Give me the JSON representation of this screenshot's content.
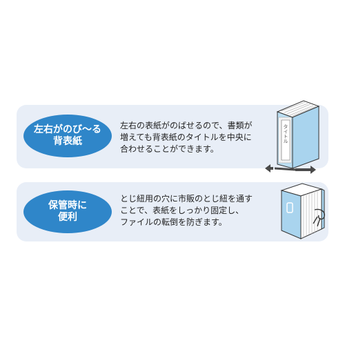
{
  "panels": [
    {
      "badge": [
        "左右がのび〜る",
        "背表紙"
      ],
      "description": [
        "左右の表紙がのばせるので、書類が",
        "増えても背表紙のタイトルを中央に",
        "合わせることができます。"
      ],
      "spine_label": "タイトル",
      "icon": "expandable-binder-illustration"
    },
    {
      "badge": [
        "保管時に",
        "便利"
      ],
      "description": [
        "とじ紐用の穴に市販のとじ紐を通す",
        "ことで、表紙をしっかり固定し、",
        "ファイルの転倒を防ぎます。"
      ],
      "icon": "tied-binder-illustration"
    }
  ],
  "colors": {
    "panel_bg": "#e8eef7",
    "badge_bg": "#2f86c9",
    "cover": "#a9d4ee",
    "arrow": "#4a4a4a"
  }
}
